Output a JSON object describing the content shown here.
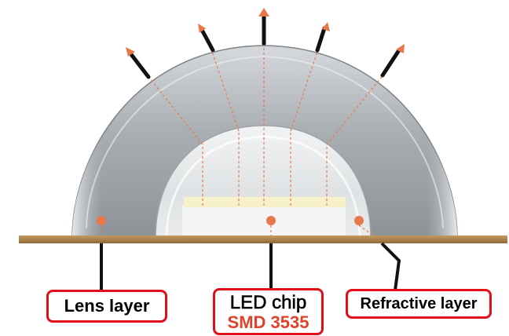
{
  "labels": {
    "lens_layer": "Lens layer",
    "led_chip": "LED chip",
    "led_chip_model": "SMD 3535",
    "refractive_layer": "Refractive layer"
  },
  "colors": {
    "callout_border": "#e0101a",
    "model_text": "#e0412a",
    "arrow_head": "#e8784a",
    "ray": "#e8784a",
    "base_board": "#b08850",
    "chip_glow": "#f6f1c8",
    "lens_gray": "#9a9fa4"
  },
  "icons": {
    "ray_arrow": "arrow-up-icon",
    "marker": "dot-icon"
  }
}
